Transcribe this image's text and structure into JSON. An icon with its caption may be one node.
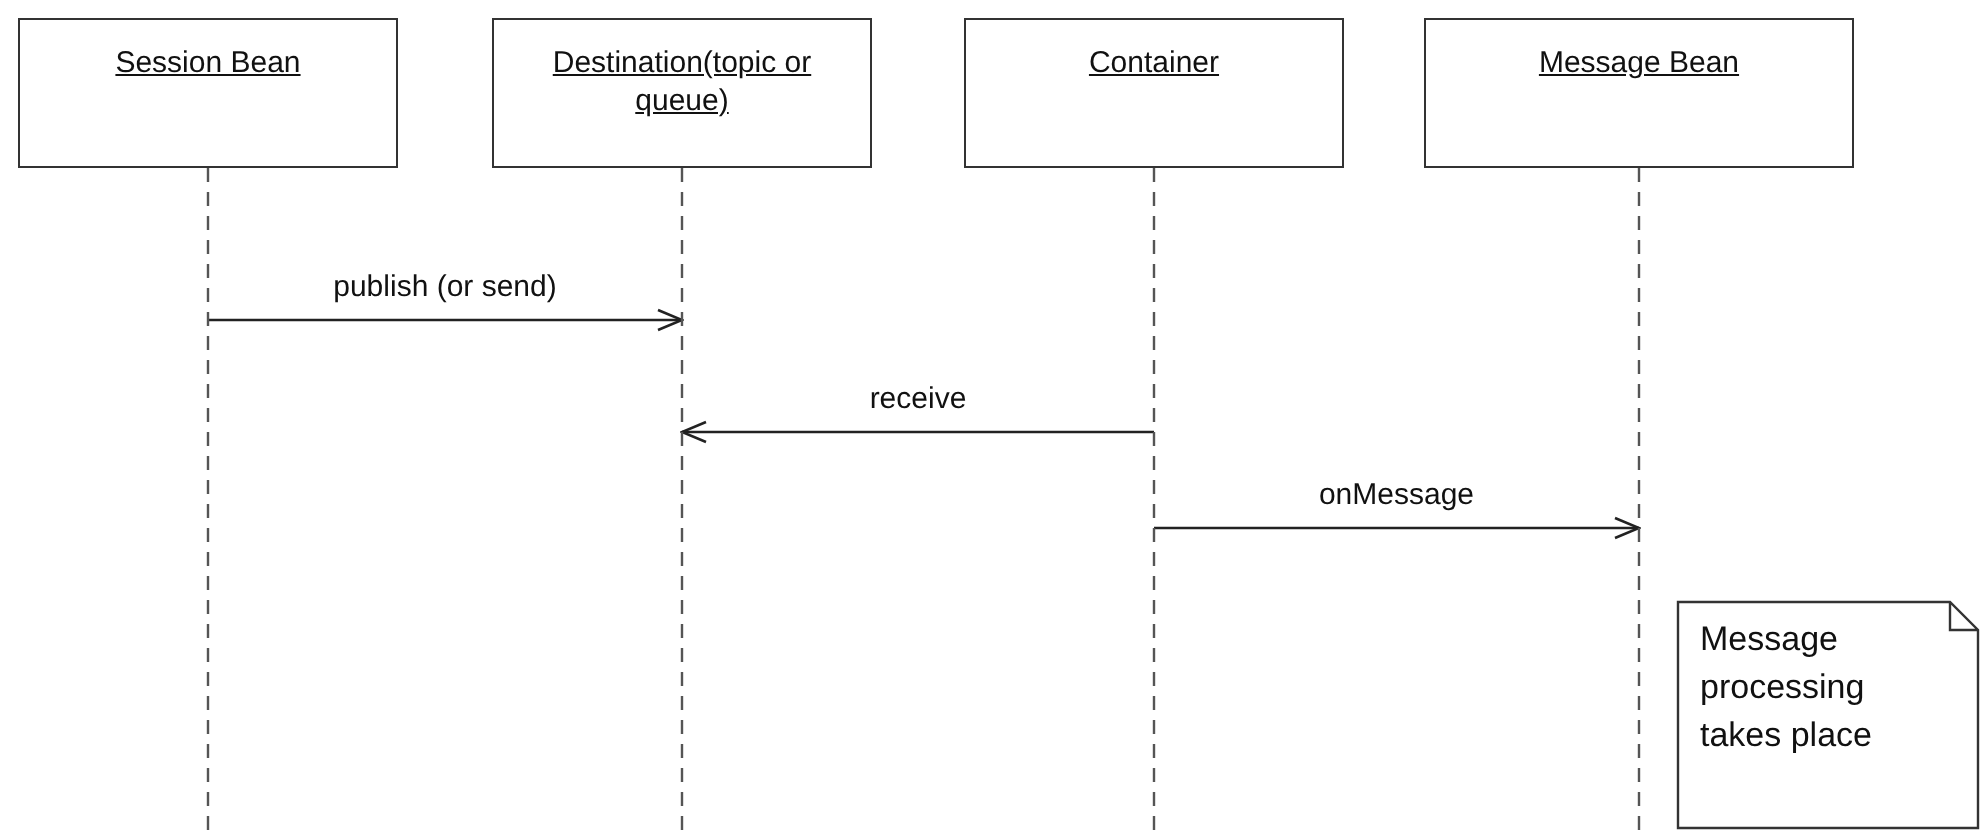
{
  "diagram": {
    "nodes": [
      {
        "text": [
          "Session Bean"
        ]
      },
      {
        "text": [
          "Destination(topic or queue)"
        ]
      },
      {
        "text": [
          "Container"
        ]
      },
      {
        "text": [
          "Message Bean"
        ]
      },
      {
        "text": [
          "Message processing takes place"
        ]
      }
    ],
    "edges": [
      {
        "from": 0,
        "to": 1,
        "arrow": "to",
        "label": "publish (or send)"
      },
      {
        "from": 2,
        "to": 1,
        "arrow": "to",
        "label": "receive"
      },
      {
        "from": 2,
        "to": 3,
        "arrow": "to",
        "label": "onMessage"
      }
    ]
  }
}
